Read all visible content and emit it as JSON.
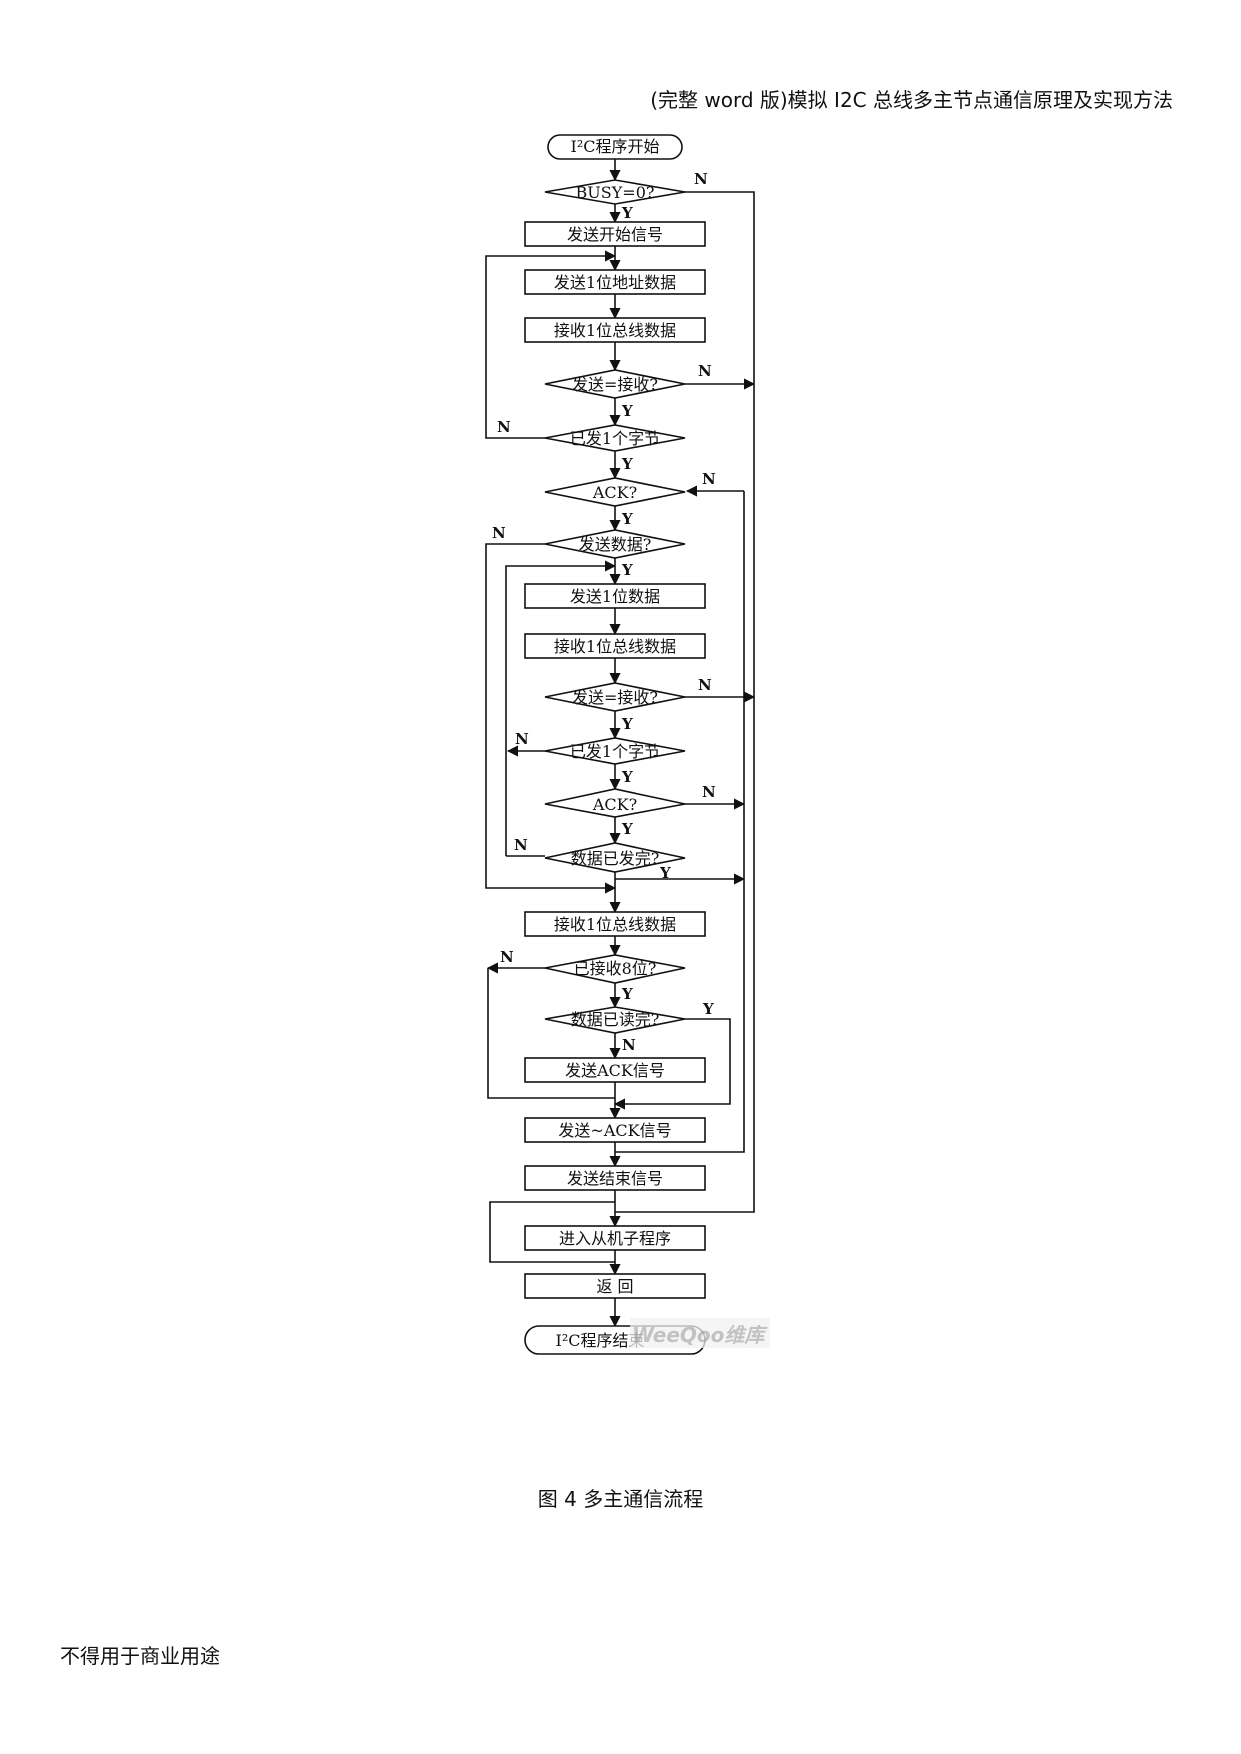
{
  "header": {
    "title": "(完整 word 版)模拟 I2C 总线多主节点通信原理及实现方法"
  },
  "flowchart": {
    "nodes": {
      "start": "I²C程序开始",
      "busy_check": "BUSY=0?",
      "send_start": "发送开始信号",
      "send_addr_bit": "发送1位地址数据",
      "recv_bus_bit_1": "接收1位总线数据",
      "send_eq_recv_1": "发送=接收?",
      "byte_sent_1": "已发1个字节",
      "ack_1": "ACK?",
      "send_data_q": "发送数据?",
      "send_data_bit": "发送1位数据",
      "recv_bus_bit_2": "接收1位总线数据",
      "send_eq_recv_2": "发送=接收?",
      "byte_sent_2": "已发1个字节",
      "ack_2": "ACK?",
      "data_sent_done": "数据已发完?",
      "recv_bus_bit_3": "接收1位总线数据",
      "received_8": "已接收8位?",
      "data_read_done": "数据已读完?",
      "send_ack": "发送ACK信号",
      "send_nack": "发送~ACK信号",
      "send_stop": "发送结束信号",
      "enter_slave": "进入从机子程序",
      "return": "返 回",
      "end": "I²C程序结束"
    },
    "yes_label": "Y",
    "no_label": "N",
    "watermark": "WeeQoo维库"
  },
  "caption": "图 4   多主通信流程",
  "footer": "不得用于商业用途"
}
